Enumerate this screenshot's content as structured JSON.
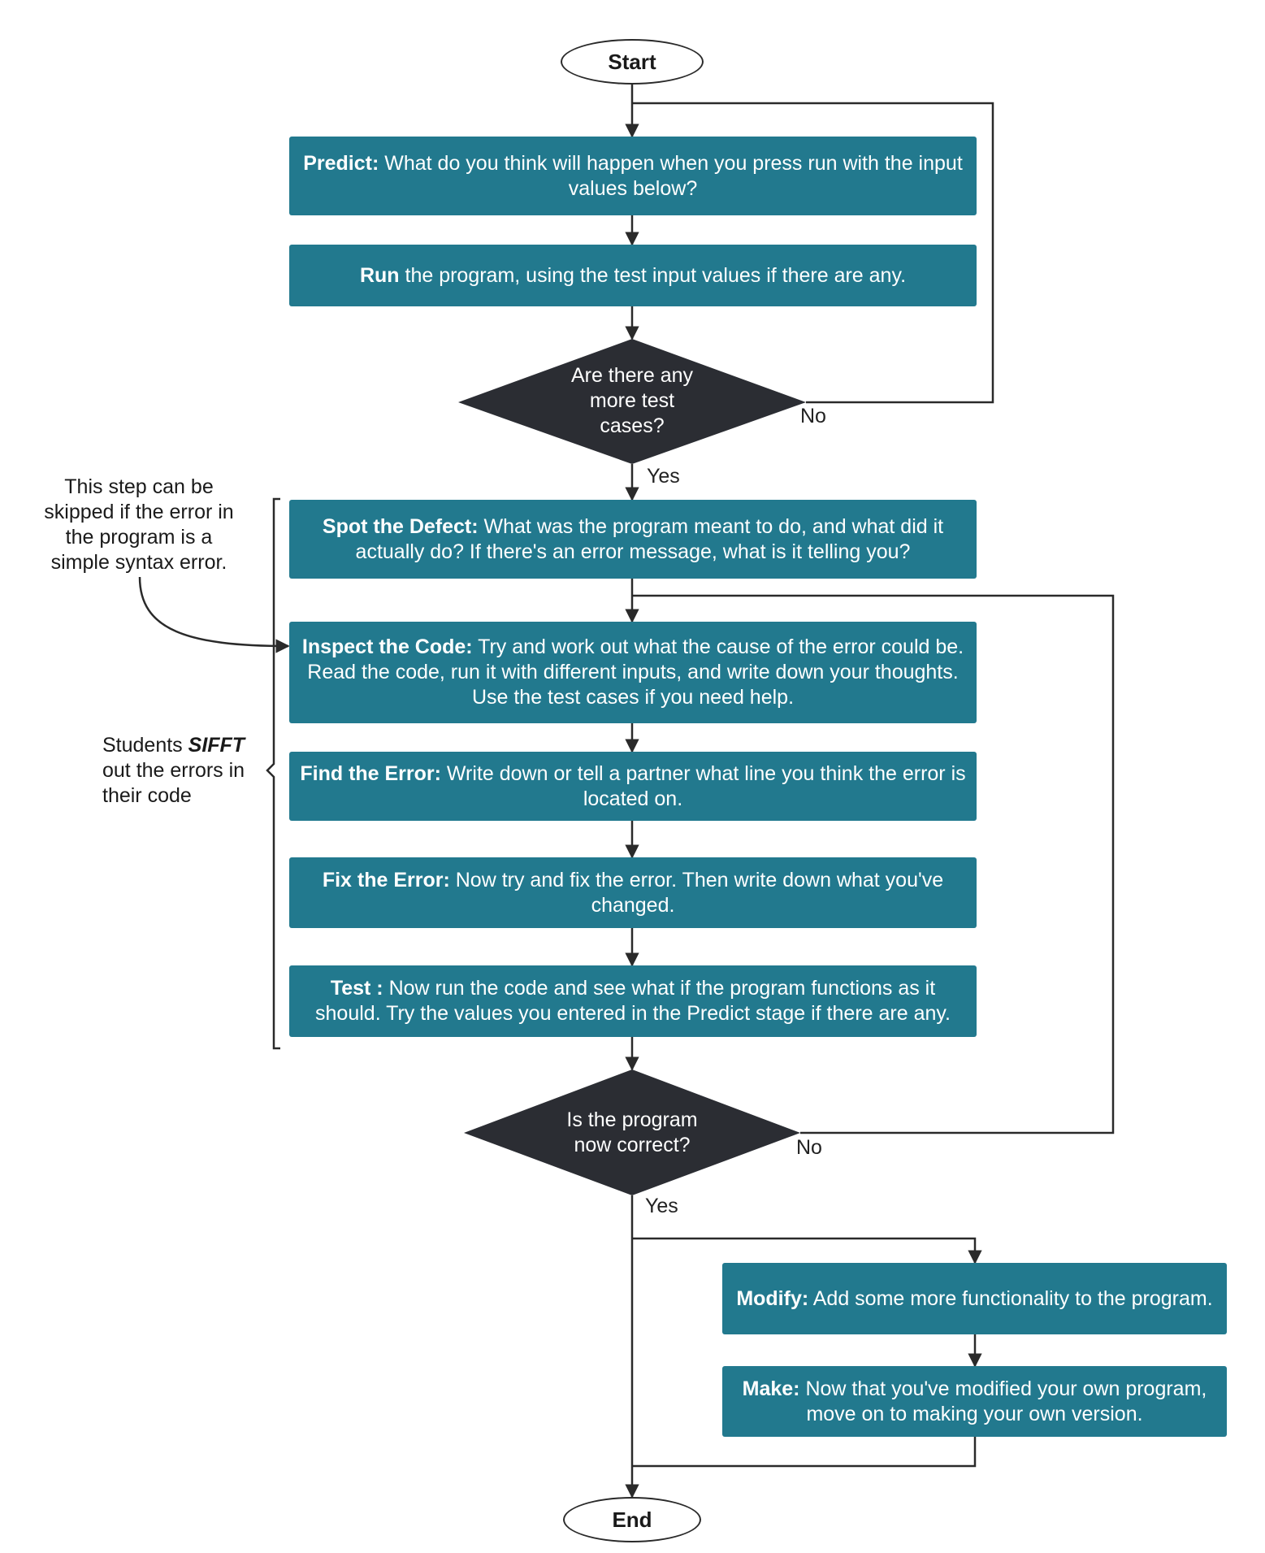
{
  "nodes": {
    "start": "Start",
    "end": "End",
    "predict": {
      "label": "Predict:",
      "text": " What do you think will happen when you press run with the input values below?"
    },
    "run": {
      "label": "Run",
      "text": " the program, using the test input values if there are any."
    },
    "more_tests": "Are there any more test cases?",
    "spot": {
      "label": "Spot the Defect:",
      "text": " What was the program meant to do, and what did it actually do? If there's an error message, what is it telling you?"
    },
    "inspect": {
      "label": "Inspect the Code:",
      "text": " Try and work out what the cause of the error could be. Read the code, run it with different inputs, and write down your thoughts. Use the test cases if you need help."
    },
    "find": {
      "label": "Find the Error:",
      "text": " Write down or tell a partner what line you think the error is located on."
    },
    "fix": {
      "label": "Fix the Error:",
      "text": " Now try and fix the error. Then write down what you've changed."
    },
    "test": {
      "label": "Test :",
      "text": " Now run the code and see what if the program functions as it should. Try the values you entered in the Predict stage if there are any."
    },
    "correct": "Is the program now correct?",
    "modify": {
      "label": "Modify:",
      "text": " Add some more functionality to the program."
    },
    "make": {
      "label": "Make:",
      "text": " Now that you've modified your own program, move on to making your own version."
    }
  },
  "edges": {
    "no_1": "No",
    "yes_1": "Yes",
    "no_2": "No",
    "yes_2": "Yes"
  },
  "notes": {
    "skip": "This step can be skipped if the error in the program is a simple syntax error.",
    "students_prefix": "Students ",
    "sifft": "SIFFT",
    "students_suffix": " out the errors in their code"
  },
  "colors": {
    "box": "#22798e",
    "diamond": "#2b2d33",
    "line": "#2a2a2a"
  }
}
